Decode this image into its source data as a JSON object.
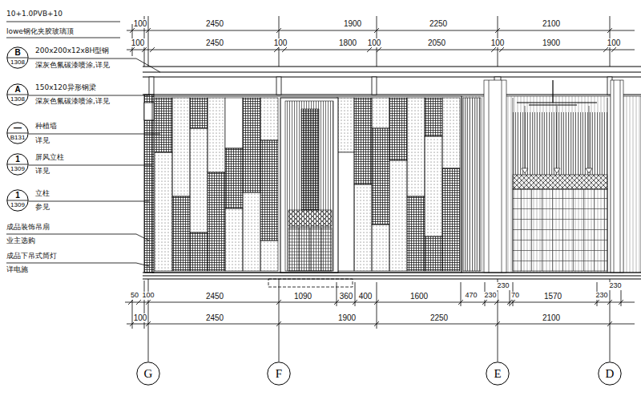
{
  "diagram": {
    "nodes": [
      {
        "text": [
          "B",
          "1308"
        ]
      },
      {
        "text": [
          "A",
          "1308"
        ]
      },
      {
        "text": [
          "—",
          "B131"
        ]
      },
      {
        "text": [
          "1",
          "1309"
        ]
      },
      {
        "text": [
          "1",
          "1309"
        ]
      },
      {
        "text": [
          "G"
        ]
      },
      {
        "text": [
          "F"
        ]
      },
      {
        "text": [
          "E"
        ]
      },
      {
        "text": [
          "D"
        ]
      }
    ],
    "labels": [
      "10+1.0PVB+10",
      "lowe钢化夹胶玻璃顶",
      "200x200x12x8H型钢",
      "深灰色氟碳漆喷涂,详见",
      "150x120异形钢梁",
      "深灰色氟碳漆喷涂,详见",
      "种植墙",
      "详见",
      "屏风立柱",
      "详见",
      "立柱",
      "参见",
      "成品装饰吊扇",
      "业主选购",
      "成品下吊式筒灯",
      "详电施",
      "100",
      "2450",
      "1900",
      "2250",
      "2100",
      "100",
      "2450",
      "100",
      "1800",
      "100",
      "2050",
      "100",
      "1900",
      "100",
      "50",
      "100",
      "2450",
      "1090",
      "360",
      "400",
      "1600",
      "470",
      "230",
      "230",
      "70",
      "1570",
      "230",
      "230",
      "100",
      "2450",
      "1900",
      "2250",
      "2100"
    ]
  }
}
